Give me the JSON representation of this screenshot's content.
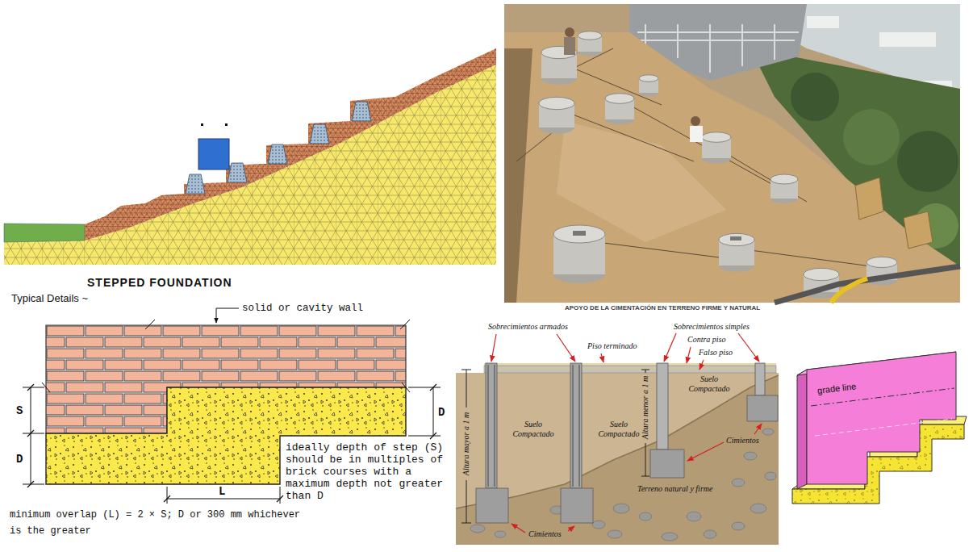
{
  "diagram": {
    "title": "STEPPED FOUNDATION",
    "labels": [
      "Typical Details ~",
      "solid or cavity wall",
      "S",
      "D",
      "D",
      "ideally depth of step (S) should be in multiples of brick courses with a maximum depth not greater than D",
      "L",
      "minimum overlap (L) = 2 × S; D or 300 mm whichever is the greater",
      "APOYO DE LA CIMENTACIÓN EN TERRENO FIRME Y NATURAL",
      "Sobrecimientos armados",
      "Piso terminado",
      "Sobrecimientos simples",
      "Contra piso",
      "Falso piso",
      "Suelo Compactado",
      "Suelo Compactado",
      "Suelo Compactado",
      "Altura mayor a 1 m",
      "Altura menor a 1 m",
      "Cimientos",
      "Cimientos",
      "Terreno natural y firme",
      "grade line"
    ]
  }
}
